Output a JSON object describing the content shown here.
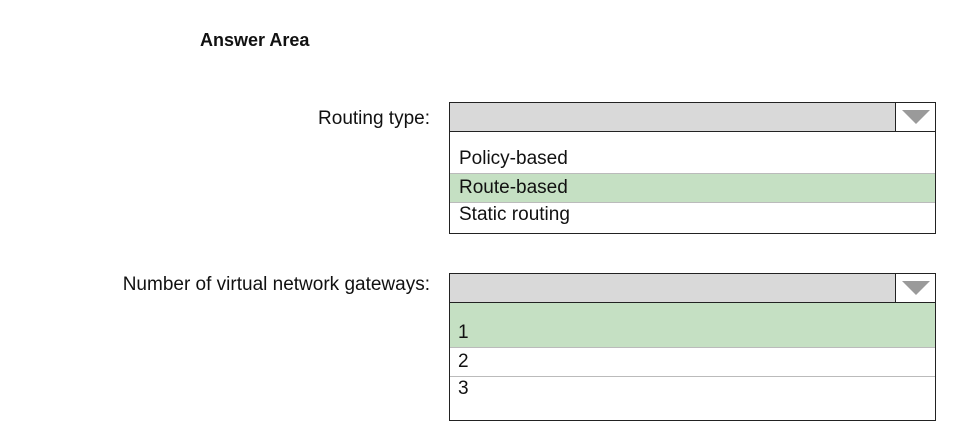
{
  "title": "Answer Area",
  "questions": [
    {
      "label": "Routing type:",
      "options": [
        "Policy-based",
        "Route-based",
        "Static routing"
      ],
      "selected_index": 1
    },
    {
      "label": "Number of virtual network gateways:",
      "options": [
        "1",
        "2",
        "3"
      ],
      "selected_index": 0
    }
  ],
  "colors": {
    "selected": "#c5e0c3",
    "header": "#d9d9d9"
  },
  "icons": {
    "dropdown": "triangle-down-icon"
  }
}
